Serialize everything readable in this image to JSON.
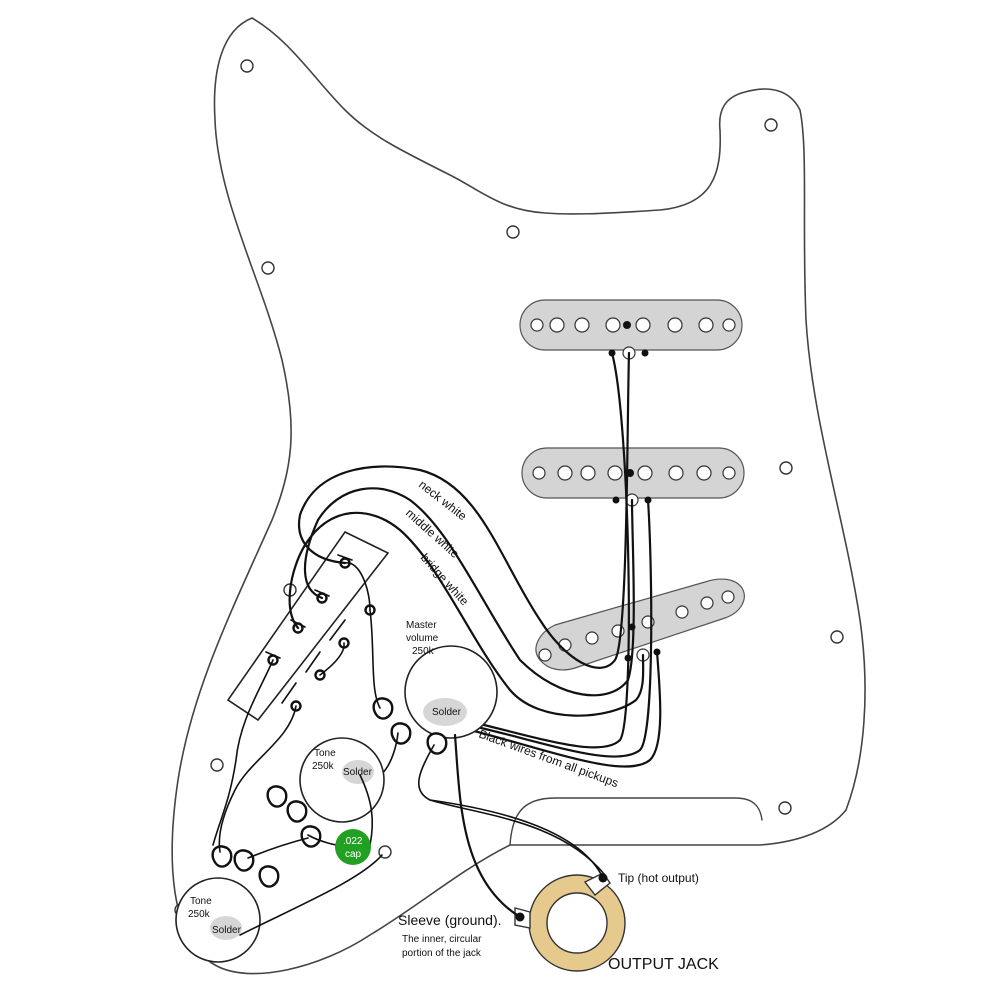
{
  "labels": {
    "neck_white": "neck white",
    "middle_white": "middle white",
    "bridge_white": "bridge white",
    "master_volume_line1": "Master",
    "master_volume_line2": "volume",
    "master_volume_line3": "250k",
    "master_solder": "Solder",
    "tone1_line1": "Tone",
    "tone1_line2": "250k",
    "tone1_solder": "Solder",
    "tone2_line1": "Tone",
    "tone2_line2": "250k",
    "tone2_solder": "Solder",
    "cap_line1": ".022",
    "cap_line2": "cap",
    "black_wires": "Black wires from all pickups",
    "tip": "Tip (hot output)",
    "sleeve_line1": "Sleeve (ground).",
    "sleeve_line2": "The inner, circular",
    "sleeve_line3": "portion of the jack",
    "output_jack": "OUTPUT JACK"
  },
  "colors": {
    "cap_green": "#22a022",
    "jack_ring": "#e6c98c",
    "pickup_gray": "#d4d4d4",
    "solder_gray": "#d6d6d6"
  }
}
